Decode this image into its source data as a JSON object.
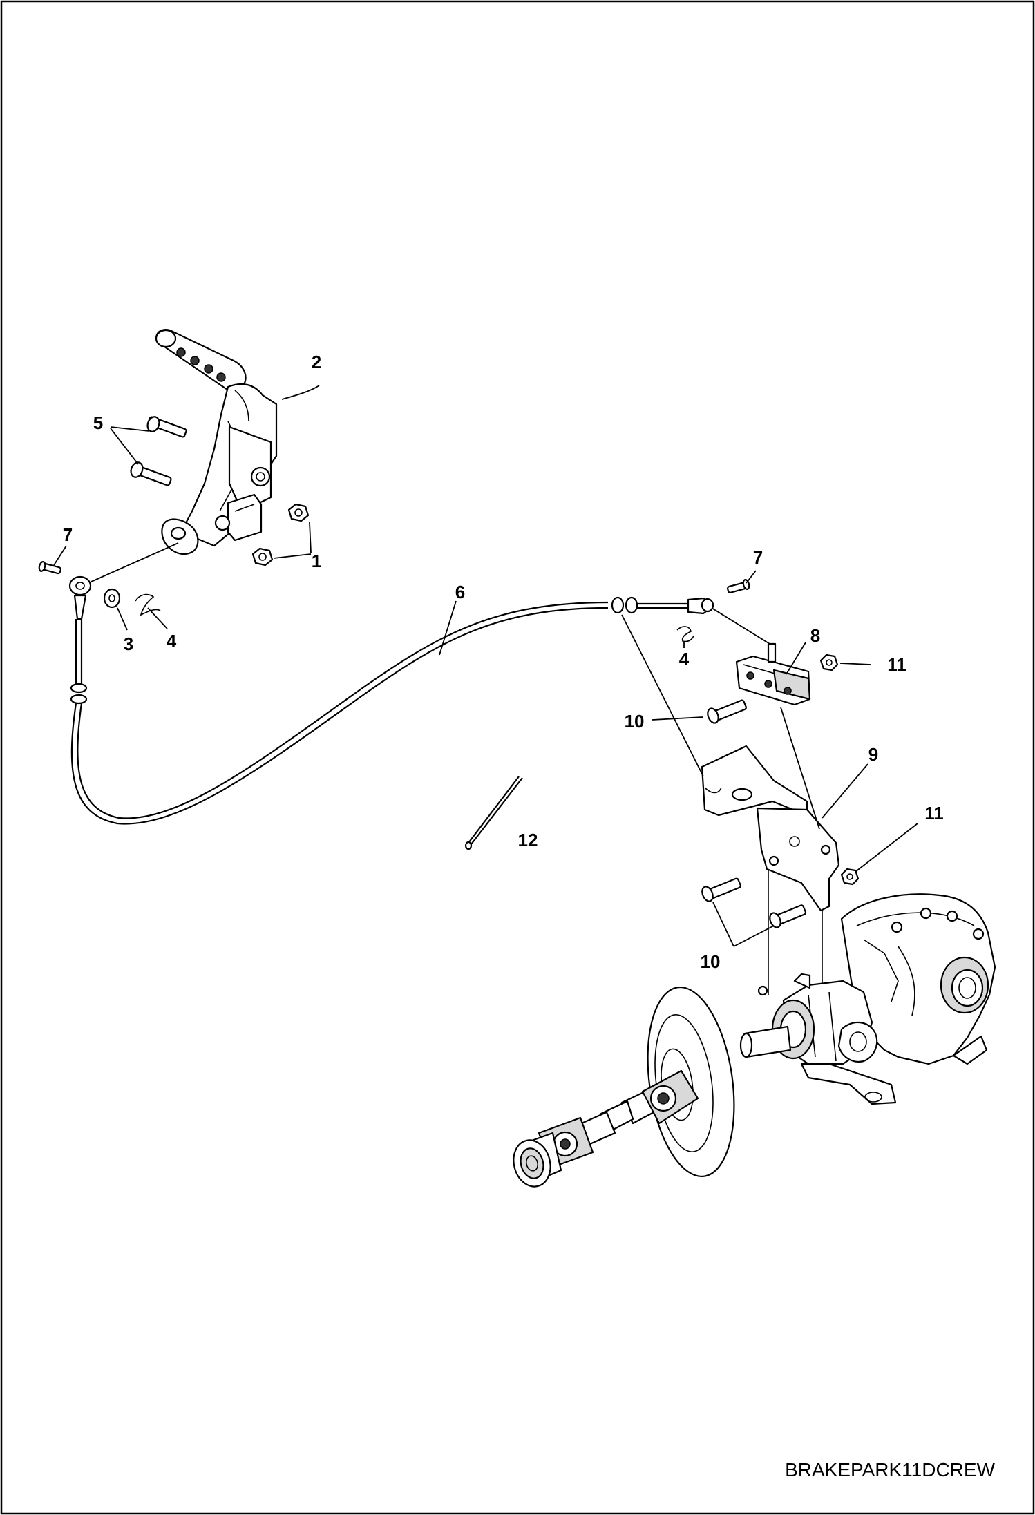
{
  "callouts": {
    "c1": "1",
    "c2": "2",
    "c3": "3",
    "c4a": "4",
    "c4b": "4",
    "c5": "5",
    "c6": "6",
    "c7a": "7",
    "c7b": "7",
    "c8": "8",
    "c9": "9",
    "c10a": "10",
    "c10b": "10",
    "c11a": "11",
    "c11b": "11",
    "c12": "12"
  },
  "drawing_code": "BRAKEPARK11DCREW"
}
